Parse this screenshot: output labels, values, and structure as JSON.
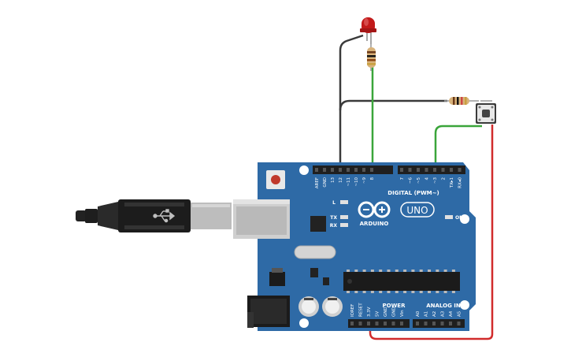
{
  "board": {
    "brand": "ARDUINO",
    "model": "UNO",
    "digital_header": "DIGITAL (PWM~)",
    "power_header": "POWER",
    "analog_header": "ANALOG IN",
    "led_l": "L",
    "led_tx": "TX",
    "led_rx": "RX",
    "led_on": "ON",
    "digital_pins": [
      "AREF",
      "GND",
      "13",
      "12",
      "~11",
      "~10",
      "~9",
      "8",
      "7",
      "~6",
      "~5",
      "4",
      "~3",
      "2",
      "TX▸1",
      "RX◂0"
    ],
    "power_pins": [
      "IOREF",
      "RESET",
      "3.3V",
      "5V",
      "GND",
      "GND",
      "Vin"
    ],
    "analog_pins": [
      "A0",
      "A1",
      "A2",
      "A3",
      "A4",
      "A5"
    ]
  },
  "components": {
    "led": "led-red",
    "resistor_led": "resistor-led",
    "resistor_button": "resistor-pulldown",
    "pushbutton": "pushbutton",
    "usb_cable": "usb-b-cable"
  },
  "colors": {
    "board": "#2e6aa6",
    "board_dark": "#23557f",
    "header": "#1f1f1f",
    "wire_black": "#3a3a3a",
    "wire_green": "#3aa53a",
    "wire_red": "#d12b2b",
    "led": "#c21a1a"
  }
}
